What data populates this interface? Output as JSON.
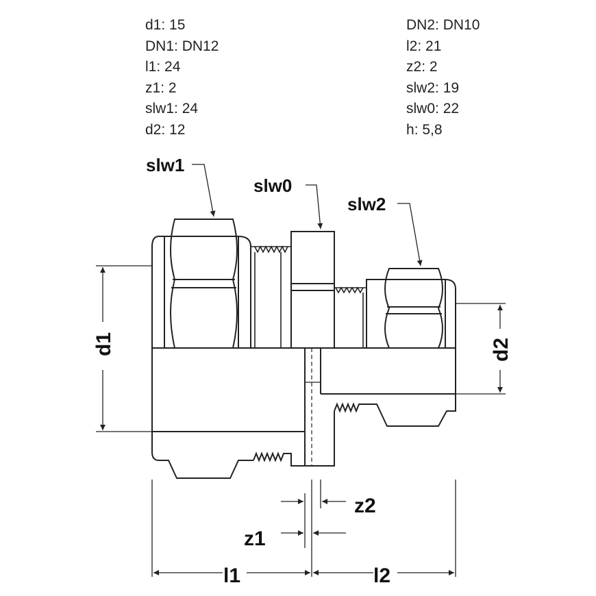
{
  "specs_left": [
    {
      "key": "d1",
      "value": "15"
    },
    {
      "key": "DN1",
      "value": "DN12"
    },
    {
      "key": "l1",
      "value": "24"
    },
    {
      "key": "z1",
      "value": "2"
    },
    {
      "key": "slw1",
      "value": "24"
    },
    {
      "key": "d2",
      "value": "12"
    }
  ],
  "specs_right": [
    {
      "key": "DN2",
      "value": "DN10"
    },
    {
      "key": "l2",
      "value": "21"
    },
    {
      "key": "z2",
      "value": "2"
    },
    {
      "key": "slw2",
      "value": "19"
    },
    {
      "key": "slw0",
      "value": "22"
    },
    {
      "key": "h",
      "value": "5,8"
    }
  ],
  "callouts": {
    "slw1": "slw1",
    "slw0": "slw0",
    "slw2": "slw2",
    "d1": "d1",
    "d2": "d2",
    "z1": "z1",
    "z2": "z2",
    "l1": "l1",
    "l2": "l2"
  }
}
